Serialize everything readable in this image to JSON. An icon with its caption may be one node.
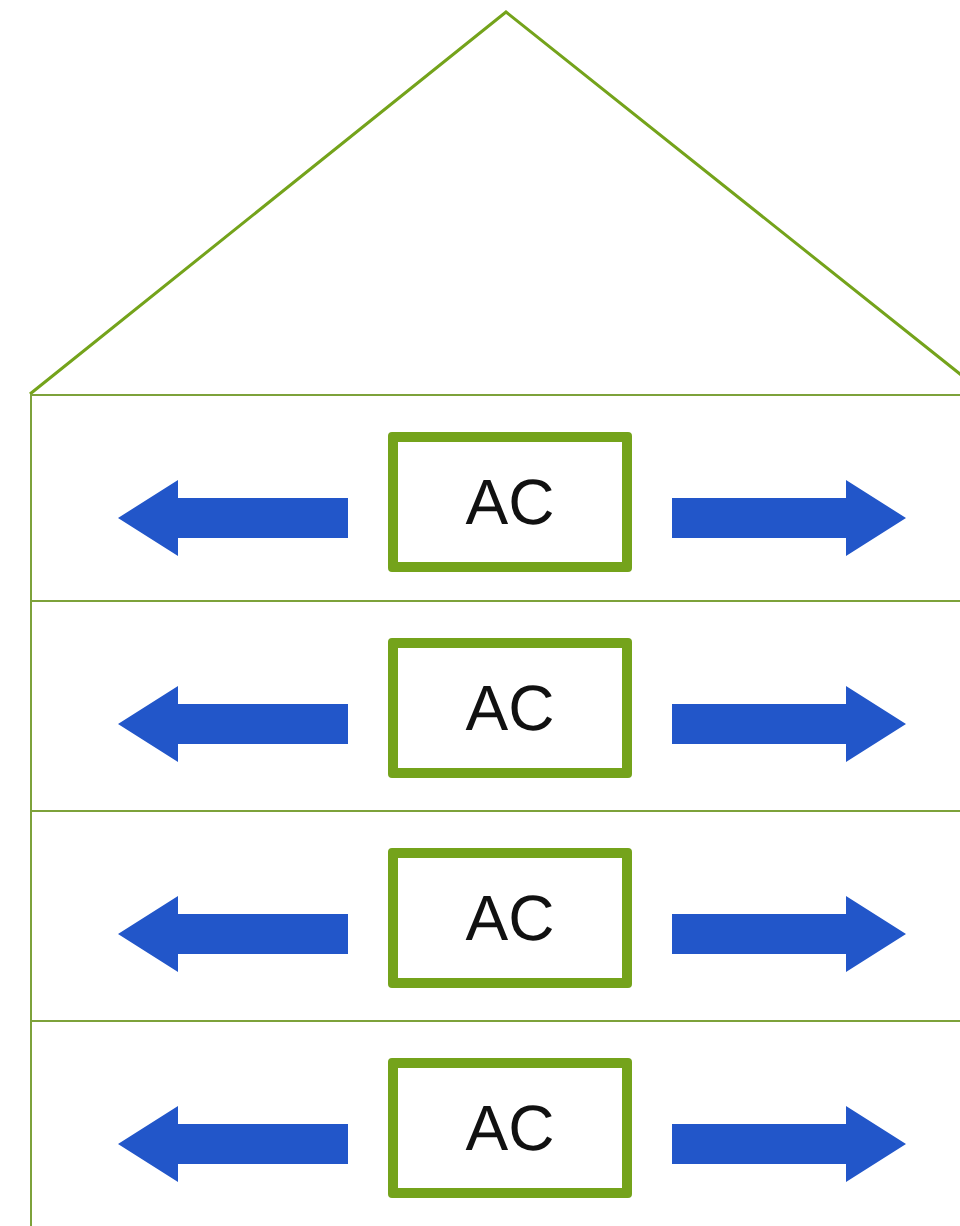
{
  "diagram": {
    "nodes": [
      {
        "text": [],
        "shape": "box"
      },
      {
        "text": [
          "AC"
        ],
        "in": 0
      },
      {
        "text": [],
        "shape": "box"
      },
      {
        "text": [
          "AC"
        ],
        "in": 2
      },
      {
        "text": [],
        "shape": "box"
      },
      {
        "text": [
          "AC"
        ],
        "in": 4
      },
      {
        "text": [],
        "shape": "box"
      },
      {
        "text": [
          "AC"
        ],
        "in": 6
      }
    ]
  }
}
